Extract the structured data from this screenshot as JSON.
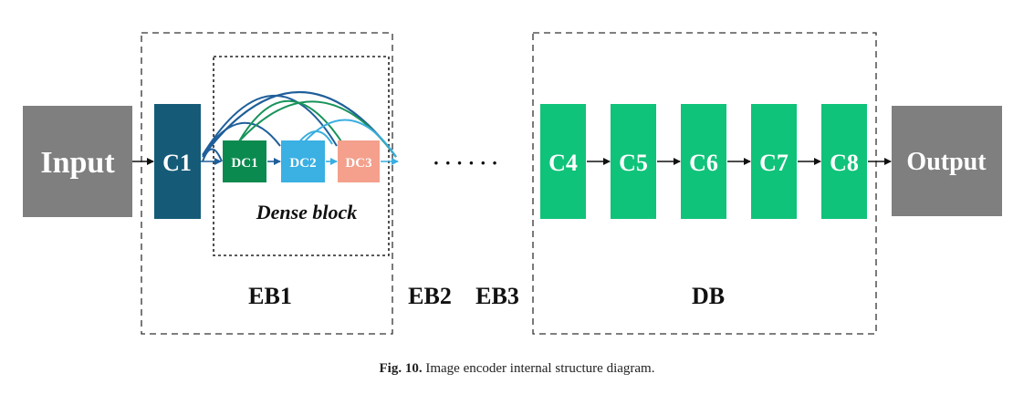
{
  "diagram": {
    "input_label": "Input",
    "output_label": "Output",
    "c1_label": "C1",
    "dc1_label": "DC1",
    "dc2_label": "DC2",
    "dc3_label": "DC3",
    "dense_block_label": "Dense block",
    "ellipsis": "· · · · · ·",
    "eb1_label": "EB1",
    "eb2_label": "EB2",
    "eb3_label": "EB3",
    "db_label": "DB",
    "c4_label": "C4",
    "c5_label": "C5",
    "c6_label": "C6",
    "c7_label": "C7",
    "c8_label": "C8"
  },
  "colors": {
    "gray_box": "#7f7f7f",
    "c1": "#155b78",
    "dc1": "#0b8a4f",
    "dc2": "#3ab0e3",
    "dc3": "#f4a08c",
    "decoder_green": "#10c37a",
    "arc_dark_blue": "#1f5f9a",
    "arc_green": "#17935a",
    "arc_light_blue": "#3aaee0"
  },
  "caption": {
    "fig_label": "Fig. 10.",
    "text": "Image encoder internal structure diagram."
  }
}
